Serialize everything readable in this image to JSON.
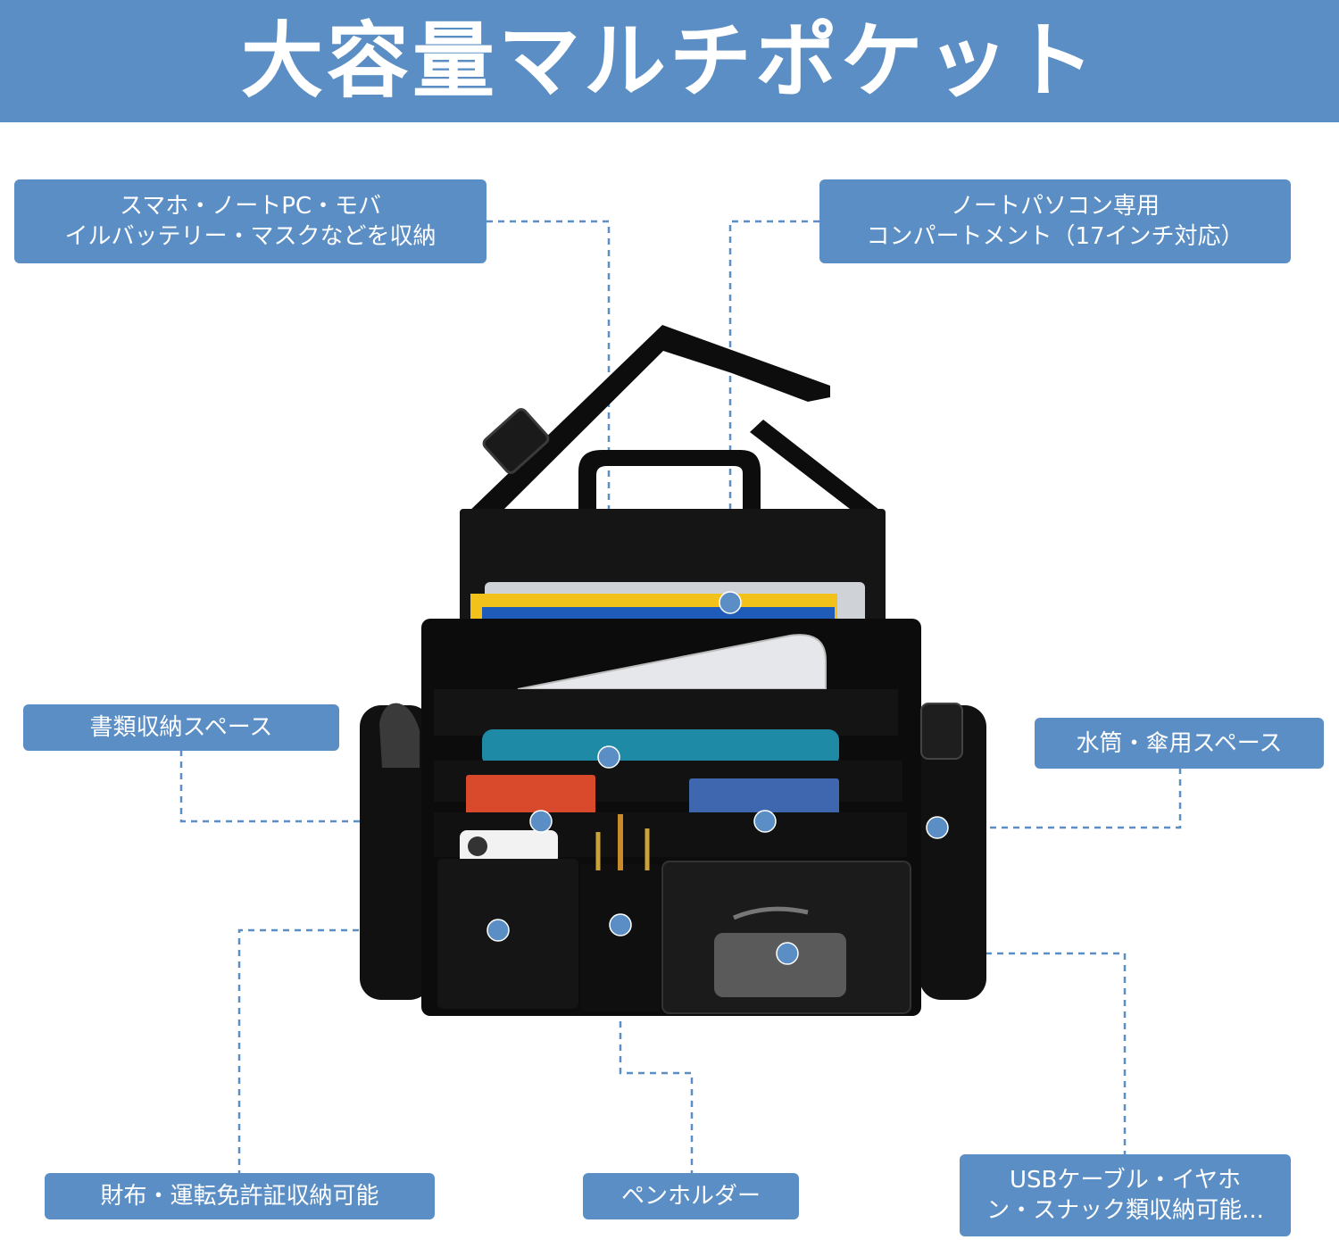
{
  "header": {
    "title": "大容量マルチポケット",
    "background": "#5b8ec4"
  },
  "labels": {
    "phone_laptop": {
      "line1": "スマホ・ノートPC・モバ",
      "line2": "イルバッテリー・マスクなどを収納"
    },
    "laptop_compartment": {
      "line1": "ノートパソコン専用",
      "line2": "コンパートメント（17インチ対応）"
    },
    "documents": {
      "text": "書類収納スペース"
    },
    "bottle_umbrella": {
      "text": "水筒・傘用スペース"
    },
    "wallet_license": {
      "text": "財布・運転免許証収納可能"
    },
    "pen_holder": {
      "text": "ペンホルダー"
    },
    "usb_snacks": {
      "line1": "USBケーブル・イヤホ",
      "line2": "ン・スナック類収納可能..."
    }
  },
  "colors": {
    "accent": "#5b8ec4",
    "bag": "#0c0c0c",
    "leader_line": "#5b8ec4"
  }
}
